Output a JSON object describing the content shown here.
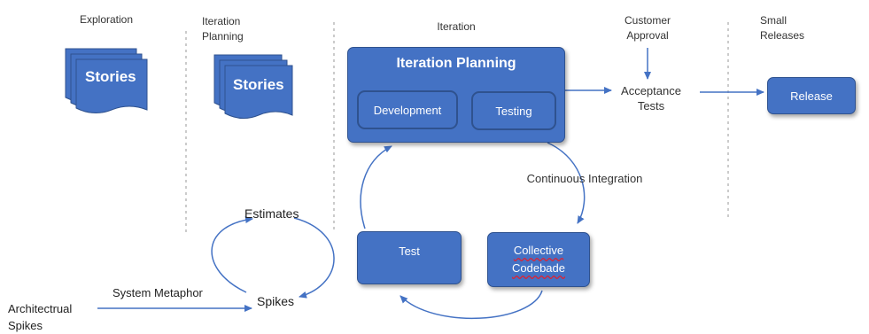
{
  "phases": {
    "exploration": "Exploration",
    "iteration_planning": "Iteration\nPlanning",
    "iteration": "Iteration",
    "customer_approval": "Customer\nApproval",
    "small_releases": "Small\nReleases"
  },
  "stories_exploration": "Stories",
  "stories_planning": "Stories",
  "iteration_box": {
    "title": "Iteration Planning",
    "development": "Development",
    "testing": "Testing"
  },
  "acceptance_tests": "Acceptance\nTests",
  "release": "Release",
  "continuous_integration": "Continuous Integration",
  "test": "Test",
  "collective_codebase": "Collective\nCodebade",
  "estimates": "Estimates",
  "spikes": "Spikes",
  "system_metaphor": "System Metaphor",
  "architectural_spikes": "Architectrual\nSpikes",
  "colors": {
    "box": "#4472c4",
    "border": "#2f528f",
    "line": "#4472c4",
    "divider": "#a9a9a9"
  }
}
